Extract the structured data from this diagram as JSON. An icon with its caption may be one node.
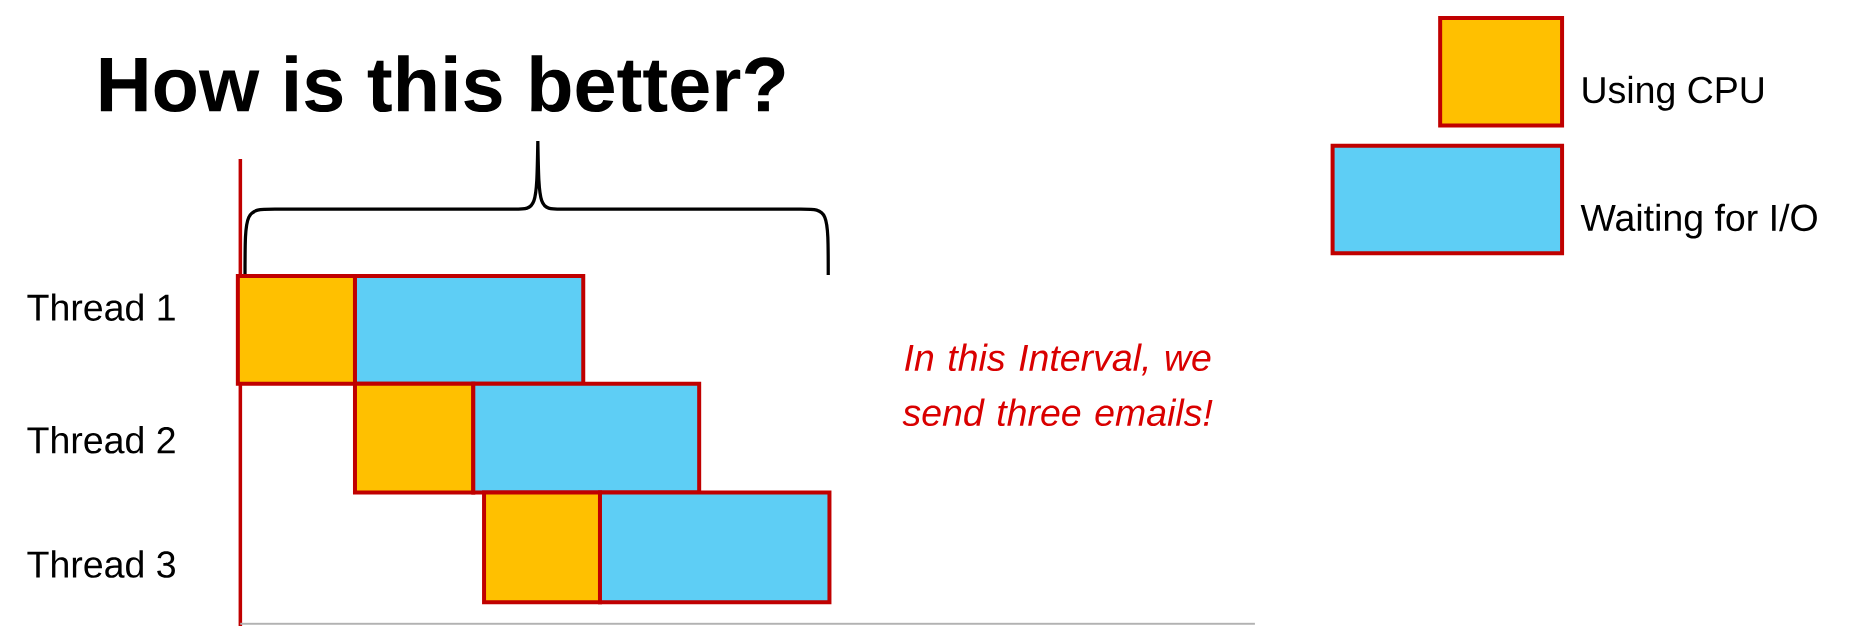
{
  "diagram": {
    "title": "How is this better?",
    "labels": [
      "Thread 1",
      "Thread 2",
      "Thread 3",
      "In this Interval, we send three emails!"
    ],
    "legend": [
      {
        "text": "Using CPU",
        "color": "#ffc000"
      },
      {
        "text": "Waiting for I/O",
        "color": "#5ecef5"
      }
    ]
  }
}
